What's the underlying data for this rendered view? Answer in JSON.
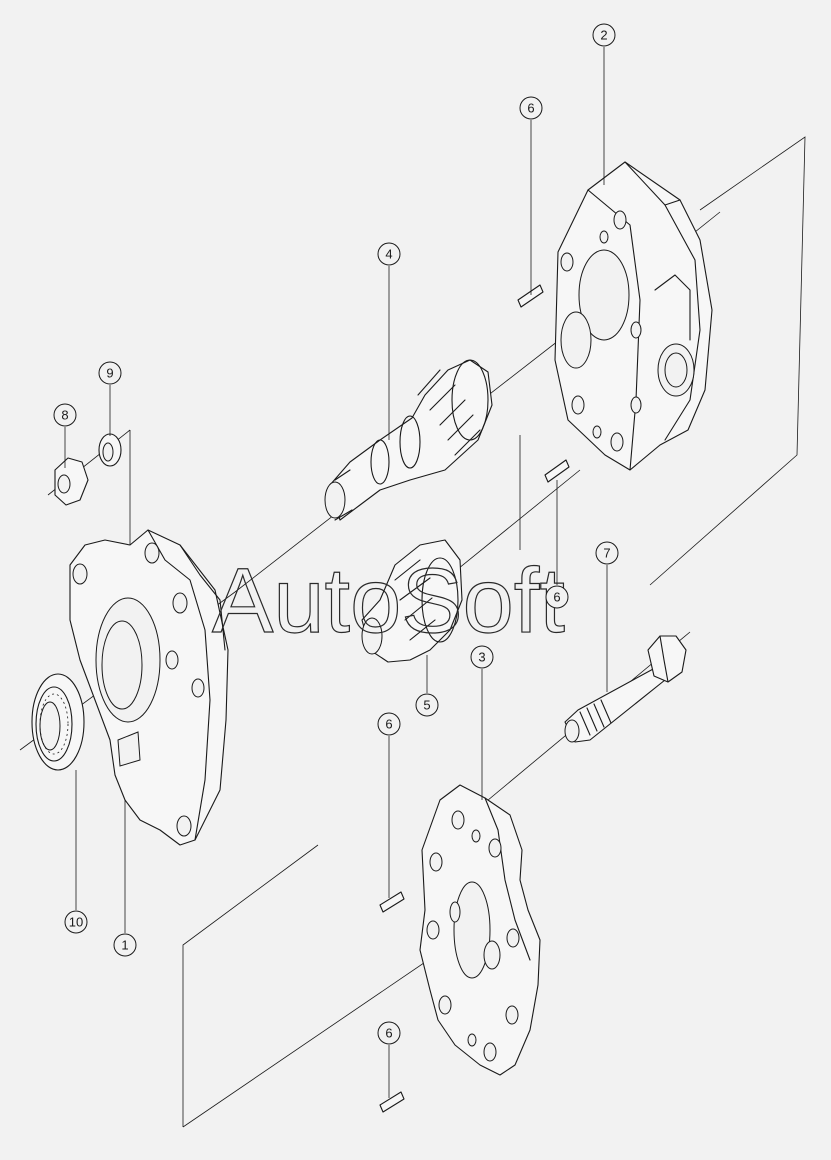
{
  "watermark": "AutoSoft",
  "callouts": [
    {
      "id": "c2",
      "label": "2"
    },
    {
      "id": "c6a",
      "label": "6"
    },
    {
      "id": "c4",
      "label": "4"
    },
    {
      "id": "c9",
      "label": "9"
    },
    {
      "id": "c8",
      "label": "8"
    },
    {
      "id": "c7",
      "label": "7"
    },
    {
      "id": "c6b",
      "label": "6"
    },
    {
      "id": "c3",
      "label": "3"
    },
    {
      "id": "c5",
      "label": "5"
    },
    {
      "id": "c6c",
      "label": "6"
    },
    {
      "id": "c10",
      "label": "10"
    },
    {
      "id": "c1",
      "label": "1"
    },
    {
      "id": "c6d",
      "label": "6"
    }
  ]
}
